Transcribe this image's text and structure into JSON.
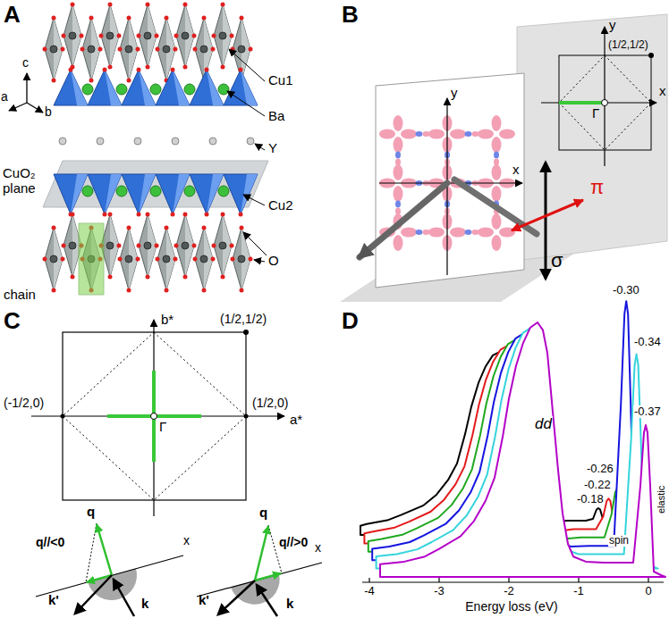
{
  "diagram": {
    "labels": [
      "A",
      "c",
      "a",
      "b",
      "Cu1",
      "Ba",
      "Y",
      "CuO₂ plane",
      "Cu2",
      "O",
      "chain",
      "B",
      "y",
      "x",
      "y",
      "x",
      "(1/2,1/2)",
      "Γ",
      "π",
      "σ",
      "C",
      "b*",
      "a*",
      "(1/2,1/2)",
      "(-1/2,0)",
      "(1/2,0)",
      "Γ",
      "q",
      "q//<0",
      "k'",
      "k",
      "x",
      "q",
      "q//>0",
      "k'",
      "k",
      "x",
      "D",
      "-0.30",
      "-0.34",
      "-0.26",
      "-0.22",
      "-0.18",
      "-0.37",
      "dd",
      "spin",
      "elastic",
      "-4",
      "-3",
      "-2",
      "-1",
      "0",
      "Energy loss (eV)"
    ]
  }
}
